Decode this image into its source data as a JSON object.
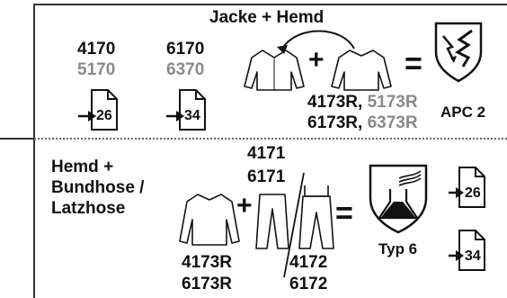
{
  "top": {
    "title": "Jacke + Hemd",
    "col1": {
      "line1": "4170",
      "line2": "5170"
    },
    "col2": {
      "line1": "6170",
      "line2": "6370"
    },
    "page_ref_1": "26",
    "page_ref_2": "34",
    "plus": "+",
    "equals": "=",
    "codes_line1": {
      "black": "4173R,",
      "gray": "5173R"
    },
    "codes_line2": {
      "black": "6173R,",
      "gray": "6373R"
    },
    "badge_label": "APC 2"
  },
  "bottom": {
    "label_line1": "Hemd +",
    "label_line2": "Bundhose /",
    "label_line3": "Latzhose",
    "codes_top_1": "4171",
    "codes_top_2": "6171",
    "plus": "+",
    "equals": "=",
    "shirt_code_1": "4173R",
    "shirt_code_2": "6173R",
    "pants_code_1": "4172",
    "pants_code_2": "6172",
    "badge_label": "Typ 6",
    "page_ref_1": "26",
    "page_ref_2": "34"
  },
  "colors": {
    "text": "#111111",
    "gray_text": "#8a8a8a",
    "divider": "#555555"
  }
}
